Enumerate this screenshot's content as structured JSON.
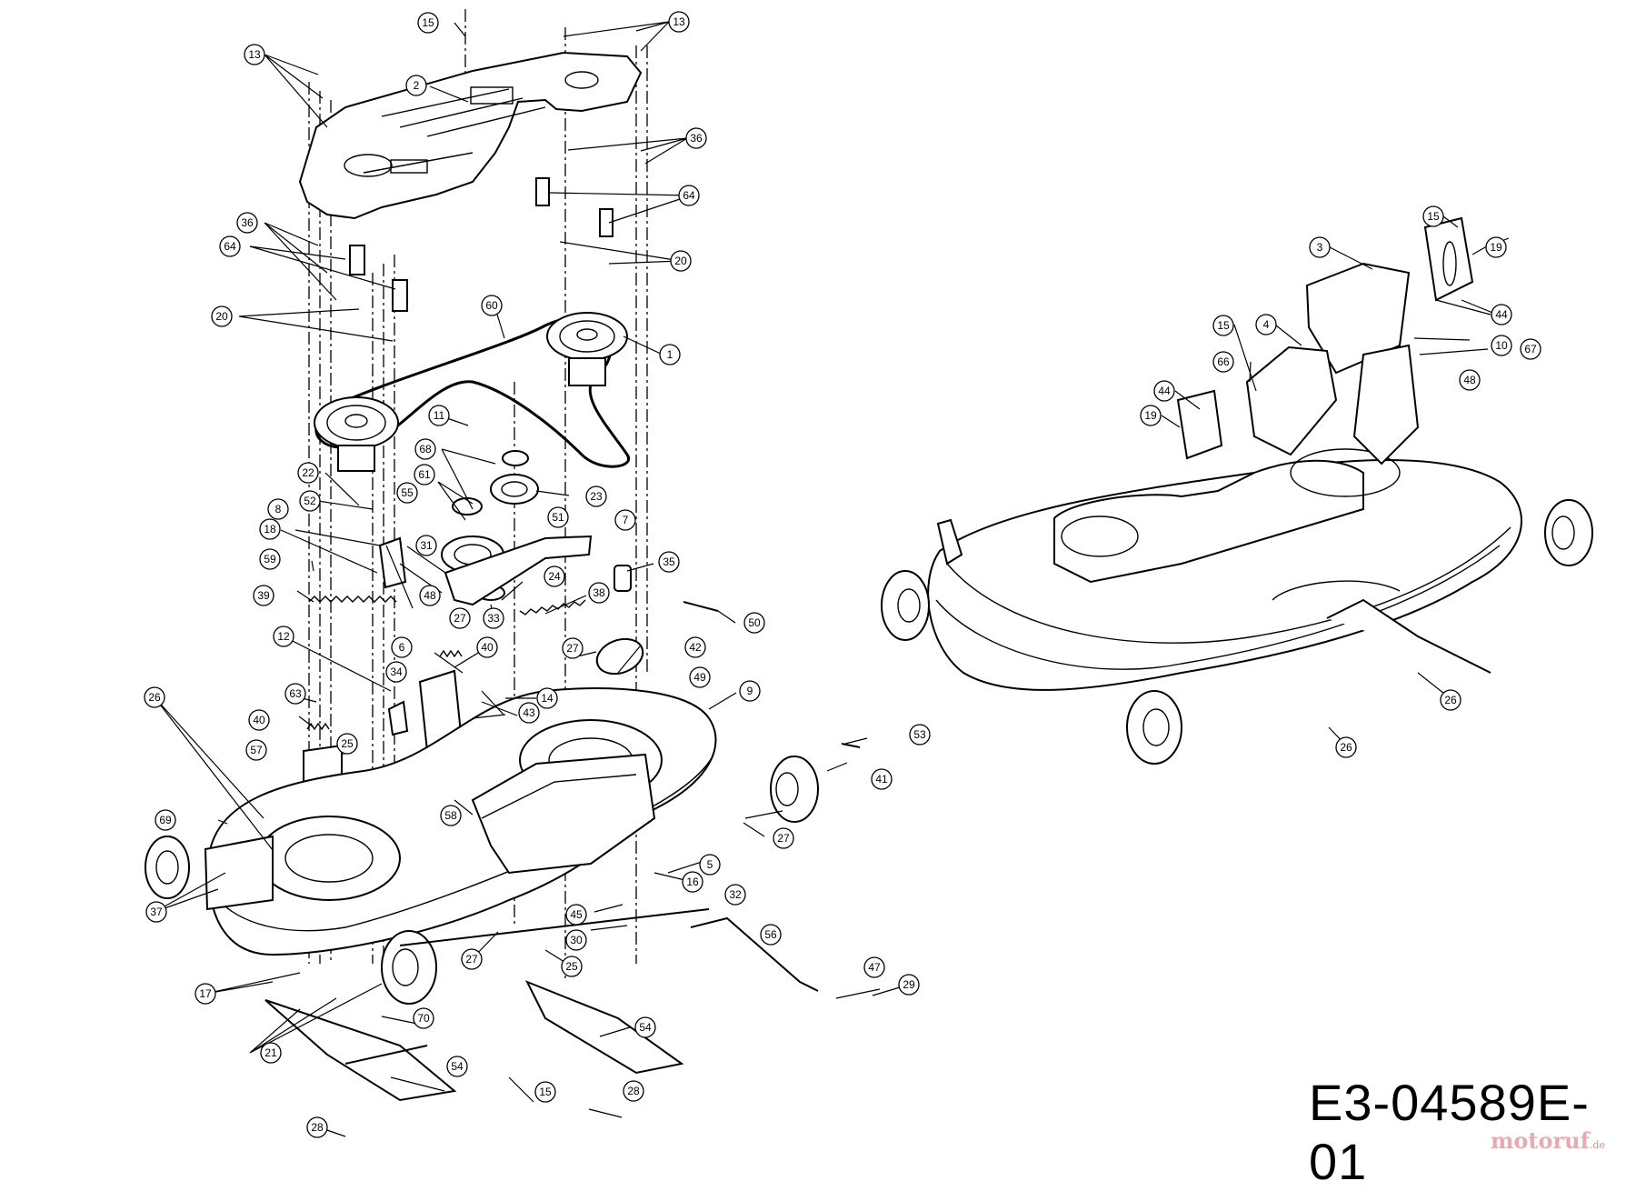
{
  "diagram": {
    "drawing_code": "E3-04589E-01",
    "watermark": "motoruf",
    "watermark_suffix": ".de",
    "left_view_callouts": [
      "1",
      "2",
      "5",
      "6",
      "7",
      "8",
      "9",
      "11",
      "12",
      "13",
      "13",
      "14",
      "15",
      "15",
      "16",
      "17",
      "18",
      "20",
      "20",
      "21",
      "22",
      "23",
      "24",
      "25",
      "25",
      "26",
      "27",
      "27",
      "27",
      "27",
      "28",
      "28",
      "29",
      "30",
      "31",
      "32",
      "33",
      "34",
      "35",
      "36",
      "36",
      "37",
      "38",
      "39",
      "40",
      "40",
      "41",
      "42",
      "43",
      "45",
      "47",
      "48",
      "49",
      "50",
      "51",
      "52",
      "53",
      "54",
      "54",
      "55",
      "56",
      "57",
      "58",
      "59",
      "60",
      "61",
      "63",
      "64",
      "64",
      "68",
      "69",
      "70"
    ],
    "right_view_callouts": [
      "3",
      "4",
      "10",
      "15",
      "15",
      "19",
      "19",
      "26",
      "26",
      "44",
      "44",
      "48",
      "66",
      "67"
    ]
  }
}
